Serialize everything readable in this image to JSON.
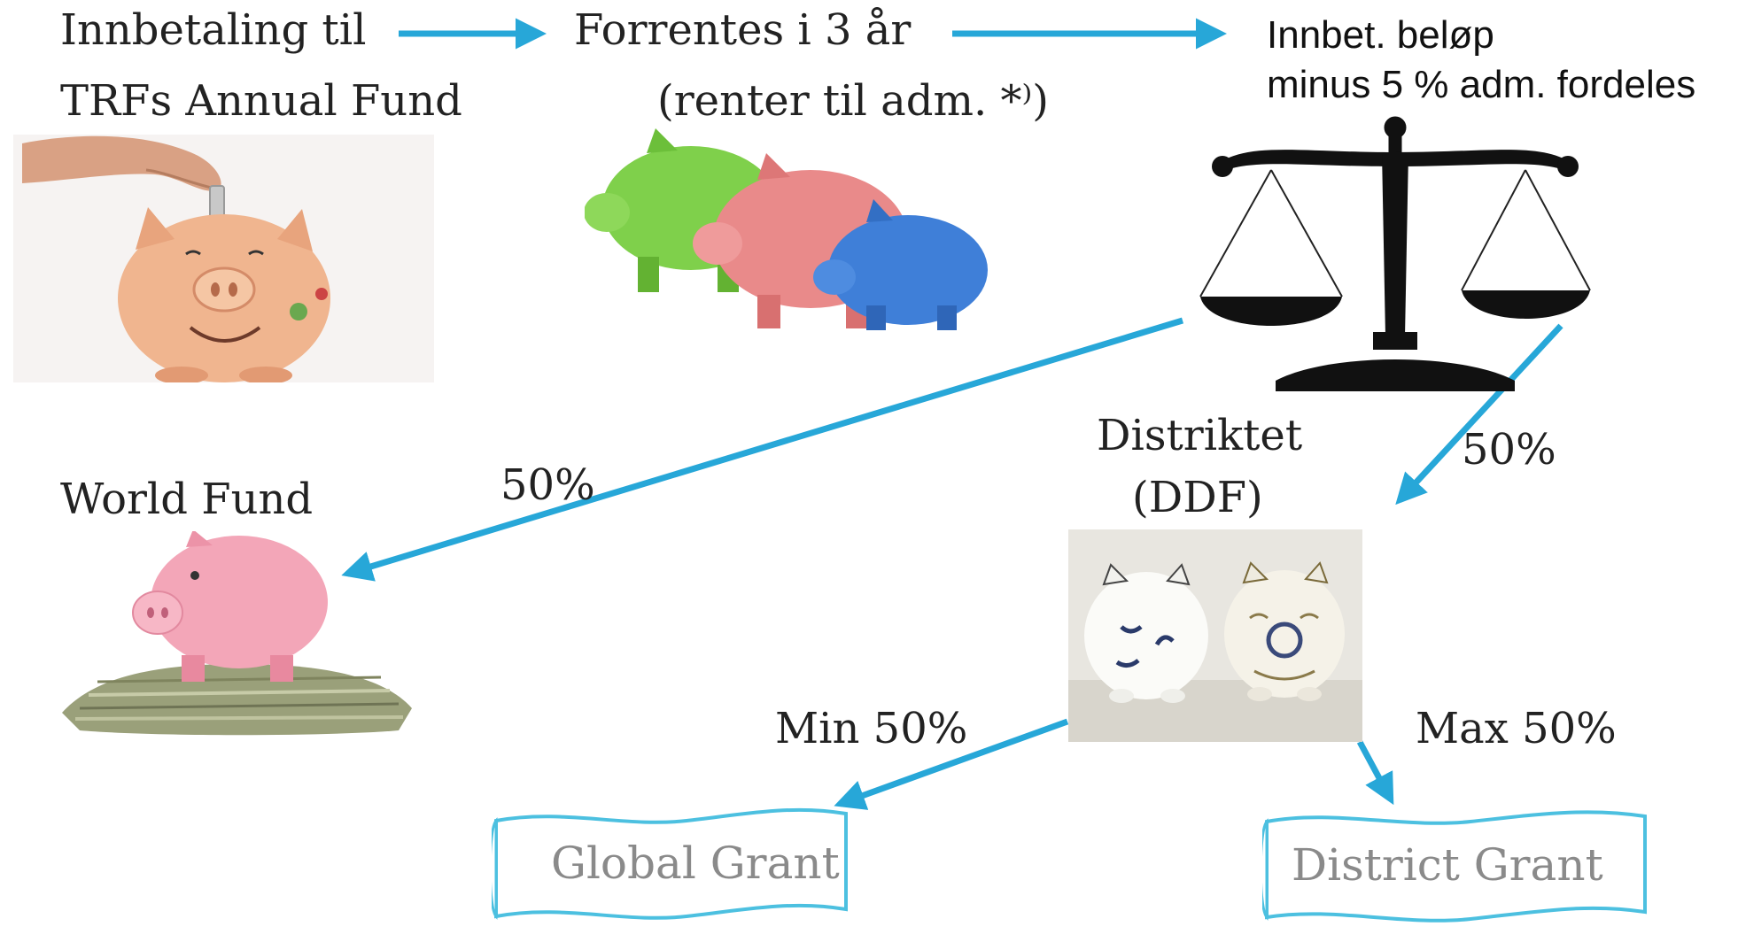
{
  "colors": {
    "arrow": "#27a7d8",
    "banner_stroke": "#4cc0e0",
    "grant_text": "#8a8a8a"
  },
  "nodes": {
    "annual_fund": {
      "line1": "Innbetaling til",
      "line2": "TRFs Annual Fund",
      "icon": "hand-coin-piggy-bank-icon"
    },
    "interest": {
      "line1": "Forrentes i 3 år",
      "line2": "(renter til adm. *⁾)",
      "icon": "three-piggy-banks-icon"
    },
    "distribution": {
      "line1": "Innbet. beløp",
      "line2": "minus 5 % adm. fordeles",
      "icon": "balance-scale-icon"
    },
    "world_fund": {
      "label": "World Fund",
      "icon": "piggy-bank-on-money-icon"
    },
    "district": {
      "line1": "Distriktet",
      "line2": "(DDF)",
      "icon": "two-porcelain-piggy-banks-icon"
    },
    "global_grant": {
      "label": "Global Grant"
    },
    "district_grant": {
      "label": "District Grant"
    }
  },
  "edges": {
    "to_world_fund": "50%",
    "to_district": "50%",
    "to_global_grant": "Min 50%",
    "to_district_grant": "Max 50%"
  }
}
